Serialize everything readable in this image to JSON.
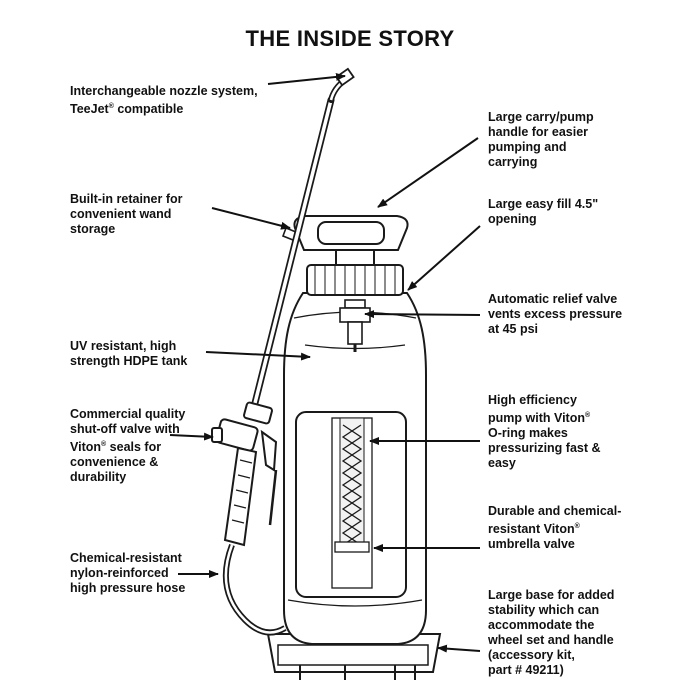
{
  "title": "THE INSIDE STORY",
  "labels": {
    "nozzle": [
      "Interchangeable nozzle system,",
      "TeeJet® compatible"
    ],
    "retainer": [
      "Built-in retainer for",
      "convenient wand",
      "storage"
    ],
    "tank": [
      "UV resistant, high",
      "strength HDPE tank"
    ],
    "valve": [
      "Commercial quality",
      "shut-off valve with",
      "Viton® seals for",
      "convenience &",
      "durability"
    ],
    "hose": [
      "Chemical-resistant",
      "nylon-reinforced",
      "high pressure hose"
    ],
    "handle": [
      "Large carry/pump",
      "handle for easier",
      "pumping and",
      "carrying"
    ],
    "fill": [
      "Large easy fill 4.5\"",
      "opening"
    ],
    "relief": [
      "Automatic relief valve",
      "vents excess pressure",
      "at 45 psi"
    ],
    "pump": [
      "High efficiency",
      "pump with Viton®",
      "O-ring makes",
      "pressurizing fast &",
      "easy"
    ],
    "umbrella": [
      "Durable and chemical-",
      "resistant Viton®",
      "umbrella valve"
    ],
    "base": [
      "Large base for added",
      "stability which can",
      "accommodate the",
      "wheel set and handle",
      "(accessory kit,",
      "part # 49211)"
    ]
  },
  "colors": {
    "ink": "#111111",
    "background": "#ffffff",
    "line": "#1a1a1a"
  }
}
